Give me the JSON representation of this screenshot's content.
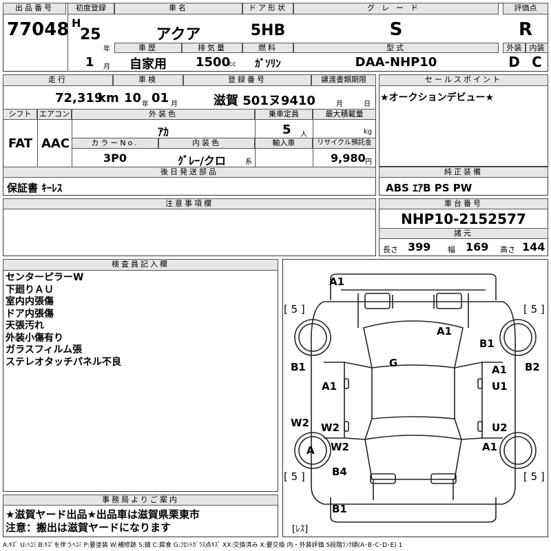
{
  "headers": {
    "lot": "出品番号",
    "first_reg": "初度登録",
    "name": "車名",
    "door": "ドア形状",
    "grade": "グレード",
    "score": "評価点",
    "history": "車歴",
    "displacement": "排気量",
    "fuel": "燃料",
    "model_code": "型式",
    "exterior": "外装",
    "interior": "内装",
    "mileage": "走行",
    "inspection": "車検",
    "registration": "登録番号",
    "transfer": "譲渡書類期限",
    "sales_point": "セールスポイント",
    "shift": "シフト",
    "aircon": "エアコン",
    "ext_color": "外装色",
    "capacity": "乗車定員",
    "max_load": "最大積載量",
    "color_no": "カラーNo.",
    "int_color": "内装色",
    "import": "輸入車",
    "recycle": "リサイクル預託金",
    "later_parts": "後日発送部品",
    "equipment": "純正装備",
    "notes": "注意事項欄",
    "chassis": "車台番号",
    "specs": "諸元",
    "inspector": "検査員記入欄",
    "office": "事務局よりご案内"
  },
  "lot_no": "77048",
  "year_era": "H",
  "year": "25",
  "year_unit": "年",
  "month": "1",
  "month_unit": "月",
  "car_name": "アクア",
  "door_type": "5HB",
  "grade": "S",
  "score": "R",
  "history_value": "自家用",
  "displacement": "1500",
  "displacement_unit": "cc",
  "fuel": "ｶﾞｿﾘﾝ",
  "model_code": "DAA-NHP10",
  "exterior_grade": "D",
  "interior_grade": "C",
  "mileage": "72,319",
  "mileage_unit": "km",
  "inspection_year": "10",
  "inspection_year_unit": "年",
  "inspection_month": "01",
  "inspection_month_unit": "月",
  "registration": "滋賀 501ヌ9410",
  "transfer_month_unit": "月",
  "transfer_day_unit": "日",
  "sales_point": "★オークションデビュー★",
  "shift": "FAT",
  "aircon": "AAC",
  "ext_color": "ｱｶ",
  "capacity": "5",
  "capacity_unit": "人",
  "max_load_unit": "kg",
  "color_no": "3P0",
  "int_color": "ｸﾞﾚｰ/クロ",
  "int_color_unit": "系",
  "recycle": "9,980",
  "recycle_unit": "円",
  "later_parts": "保証書 ｷｰﾚｽ",
  "equipment": "ABS ｴｱB PS PW",
  "chassis": "NHP10-2152577",
  "specs": {
    "length_label": "長さ",
    "length": "399",
    "width_label": "幅",
    "width": "169",
    "height_label": "高さ",
    "height": "144"
  },
  "inspector_notes": [
    "センターピラーW",
    "下廻りＡＵ",
    "室内内張傷",
    "ドア内張傷",
    "天張汚れ",
    "外装小傷有り",
    "ガラスフィルム張",
    "ステレオタッチパネル不良"
  ],
  "diagram": {
    "corner_tl": "[ 5 ]",
    "corner_tr": "[ 5 ]",
    "corner_bl": "[ 5 ]",
    "corner_br": "[ 5 ]",
    "rest": "[ﾚｽ]",
    "marks": [
      "A1",
      "A1",
      "B1",
      "G",
      "B1",
      "A1",
      "B2",
      "A1",
      "U1",
      "W2",
      "W2",
      "U2",
      "A",
      "W2",
      "A1",
      "B4",
      "B1"
    ]
  },
  "office_notes": [
    "★滋賀ヤード出品★出品車は滋賀県栗東市",
    "注意：搬出は滋賀ヤードになります"
  ],
  "legend": "A:ｷｽﾞ U:ﾍｺﾐ B:ｷｽﾞを伴うﾍｺﾐ P:要塗装 W:補修跡 S:錆 C:腐食 G:ﾌﾛﾝﾄｶﾞﾗｽ点ｷｽﾞ XX:交換済み X:要交換 内・外装評価 5段階ﾗﾝｸ順(A･B･C･D･E) 1"
}
